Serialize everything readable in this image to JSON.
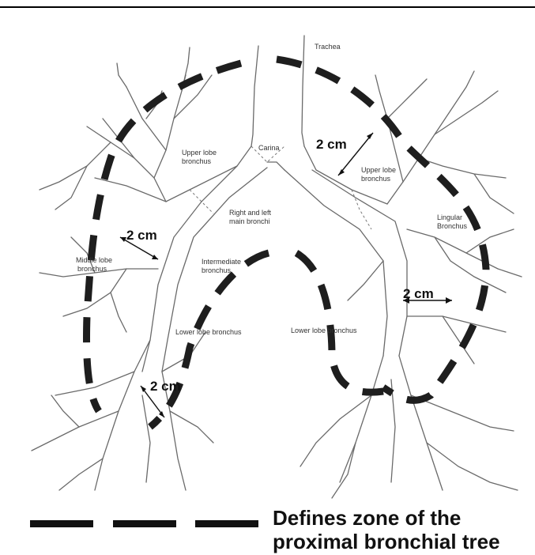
{
  "labels": {
    "trachea": "Trachea",
    "carina": "Carina",
    "right_upper": "Upper lobe",
    "right_upper_2": "bronchus",
    "left_upper": "Upper lobe",
    "left_upper_2": "bronchus",
    "main_bronchi": "Right and left",
    "main_bronchi_2": "main bronchi",
    "lingular": "Lingular",
    "lingular_2": "Bronchus",
    "middle_lobe": "Middle lobe",
    "middle_lobe_2": "bronchus",
    "intermediate": "Intermediate",
    "intermediate_2": "bronchus",
    "right_lower": "Lower lobe bronchus",
    "left_lower": "Lower lobe bronchus"
  },
  "measurements": {
    "m1": "2 cm",
    "m2": "2 cm",
    "m3": "2 cm",
    "m4": "2 cm"
  },
  "legend": {
    "line1": "Defines zone of the",
    "line2": "proximal bronchial tree"
  },
  "colors": {
    "dash": "#1e1e1e",
    "airway": "#6a6a6a"
  }
}
